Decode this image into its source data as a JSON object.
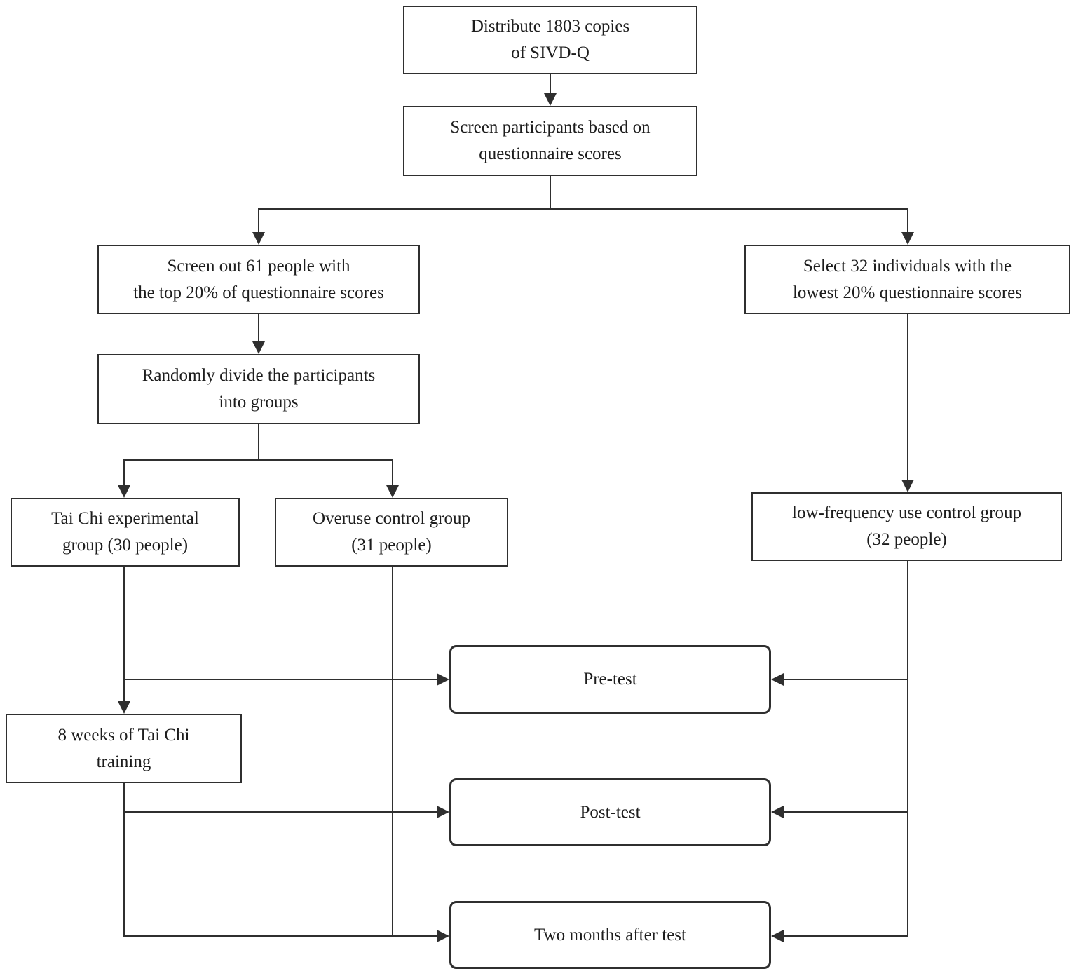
{
  "figure": {
    "type": "flowchart",
    "nodes": {
      "distribute": {
        "lines": [
          "Distribute 1803 copies",
          "of SIVD-Q"
        ]
      },
      "screen_participants": {
        "lines": [
          "Screen participants based on",
          "questionnaire scores"
        ]
      },
      "screen_out": {
        "lines": [
          "Screen out 61 people with",
          "the top 20% of questionnaire scores"
        ]
      },
      "select_32": {
        "lines": [
          "Select 32 individuals with the",
          "lowest 20% questionnaire scores"
        ]
      },
      "randomly_divide": {
        "lines": [
          "Randomly divide the participants",
          "into groups"
        ]
      },
      "tai_chi_group": {
        "lines": [
          "Tai Chi experimental",
          "group (30 people)"
        ]
      },
      "overuse_group": {
        "lines": [
          "Overuse control group",
          "(31 people)"
        ]
      },
      "low_freq_group": {
        "lines": [
          "low-frequency use control group",
          "(32 people)"
        ]
      },
      "tai_chi_training": {
        "lines": [
          "8 weeks of Tai Chi",
          "training"
        ]
      },
      "pre_test": {
        "lines": [
          "Pre-test"
        ]
      },
      "post_test": {
        "lines": [
          "Post-test"
        ]
      },
      "two_months": {
        "lines": [
          "Two months after test"
        ]
      }
    },
    "colors": {
      "stroke": "#2f2f2f",
      "text": "#1d1d1d",
      "node_fill": "#ffffff",
      "background": "#ffffff"
    }
  }
}
